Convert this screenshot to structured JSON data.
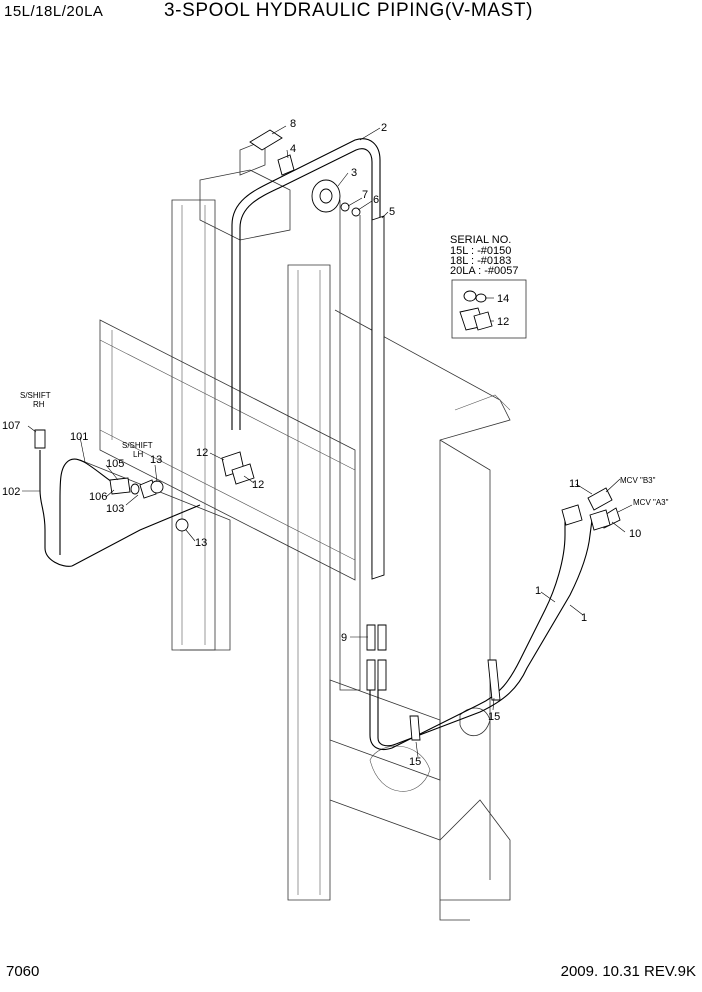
{
  "header": {
    "model": "15L/18L/20LA",
    "title": "3-SPOOL HYDRAULIC PIPING(V-MAST)"
  },
  "footer": {
    "page_number": "7060",
    "date_rev": "2009. 10.31  REV.9K"
  },
  "serial_box": {
    "heading": "SERIAL NO.",
    "lines": [
      "15L : -#0150",
      "18L : -#0183",
      "20LA : -#0057"
    ],
    "callouts": [
      "14",
      "12"
    ]
  },
  "notes": {
    "sshift_rh": [
      "S/SHIFT",
      "RH"
    ],
    "sshift_lh": [
      "S/SHIFT",
      "LH"
    ],
    "mcv_b3": "MCV \"B3\"",
    "mcv_a3": "MCV \"A3\""
  },
  "callouts": {
    "c8": "8",
    "c2": "2",
    "c4": "4",
    "c3": "3",
    "c7": "7",
    "c6": "6",
    "c5": "5",
    "c107": "107",
    "c101": "101",
    "c102": "102",
    "c105": "105",
    "c106": "106",
    "c103": "103",
    "c13a": "13",
    "c13b": "13",
    "c12a": "12",
    "c12b": "12",
    "c11": "11",
    "c10": "10",
    "c1a": "1",
    "c1b": "1",
    "c9": "9",
    "c15a": "15",
    "c15b": "15"
  }
}
